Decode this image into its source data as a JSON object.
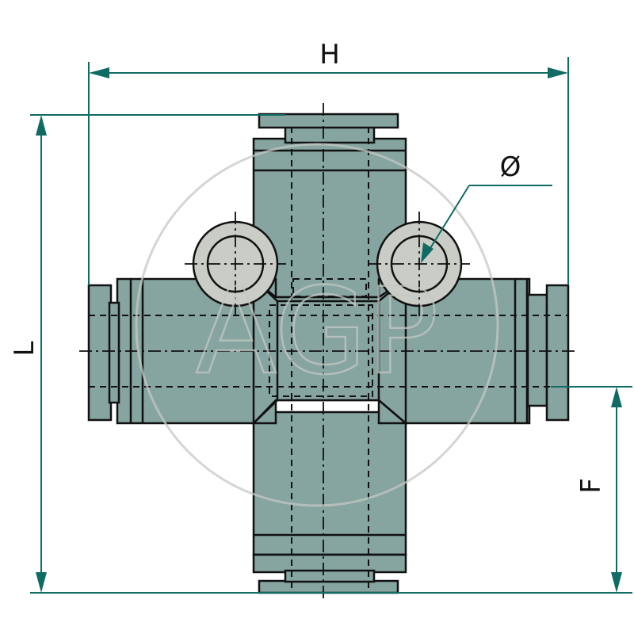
{
  "dimensions": {
    "width": "H",
    "length": "L",
    "diameter": "Ø",
    "offset": "F"
  },
  "watermark": "AGP",
  "colors": {
    "body": "#86a4a0",
    "port": "#c9cdc6",
    "dimension_line": "#0f6b63",
    "outline": "#111111",
    "watermark": "#c4c8c3"
  }
}
